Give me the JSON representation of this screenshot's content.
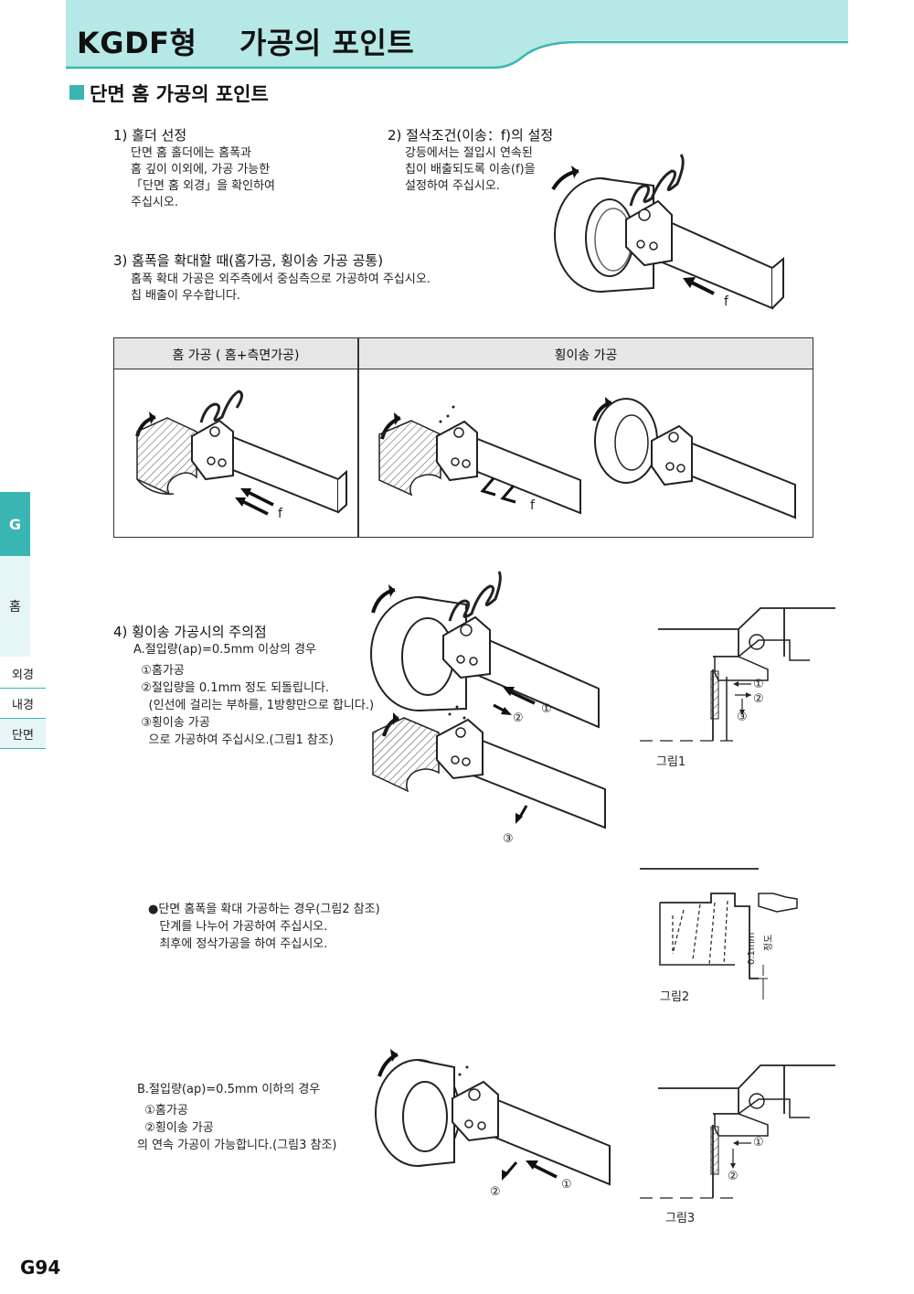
{
  "header": {
    "title": "KGDF형    가공의 포인트"
  },
  "section": {
    "title": "단면 홈 가공의 포인트"
  },
  "points": {
    "p1": {
      "heading": "1) 홀더 선정",
      "body": "단면 홈 홀더에는 홈폭과\n홈 깊이 이외에, 가공 가능한\n「단면 홈 외경」을 확인하여\n주십시오."
    },
    "p2": {
      "heading": "2) 절삭조건(이송：f)의 설정",
      "body": "강등에서는 절입시 연속된\n칩이 배출되도록 이송(f)을\n설정하여 주십시오."
    },
    "p3": {
      "heading": "3) 홈폭을 확대할 때(홈가공, 횡이송 가공 공통)",
      "body": "홈폭 확대 가공은 외주측에서 중심측으로 가공하여 주십시오.\n칩 배출이 우수합니다."
    },
    "p4": {
      "heading": "4) 횡이송 가공시의 주의점",
      "a_title": "A.절입량(ap)=0.5mm 이상의 경우",
      "a_body": "  ①홈가공\n  ②절입량을 0.1mm 정도 되돌립니다.\n    (인선에 걸리는 부하를, 1방향만으로 합니다.)\n  ③횡이송 가공\n    으로 가공하여 주십시오.(그림1 참조)",
      "bullet": "●단면 홈폭을 확대 가공하는 경우(그림2 참조)\n   단계를 나누어 가공하여 주십시오.\n   최후에 정삭가공을 하여 주십시오.",
      "b_title": "B.절입량(ap)=0.5mm 이하의 경우",
      "b_body": "  ①홈가공\n  ②횡이송 가공\n의 연속 가공이 가능합니다.(그림3 참조)"
    }
  },
  "table": {
    "col1": "홈 가공 ( 홈+측면가공)",
    "col2": "횡이송 가공"
  },
  "labels": {
    "f": "f",
    "c1": "①",
    "c2": "②",
    "c3": "③",
    "mm": "0.1mm",
    "jeongdo": "정도"
  },
  "figures": {
    "fig1": "그림1",
    "fig2": "그림2",
    "fig3": "그림3"
  },
  "side_tabs": {
    "g": "G",
    "hom": "홈",
    "outer": "외경",
    "inner": "내경",
    "face": "단면"
  },
  "page_number": "G94",
  "colors": {
    "accent": "#39b6b3",
    "header_bg": "#b6e8e6",
    "tab_light": "#e5f6f5"
  }
}
